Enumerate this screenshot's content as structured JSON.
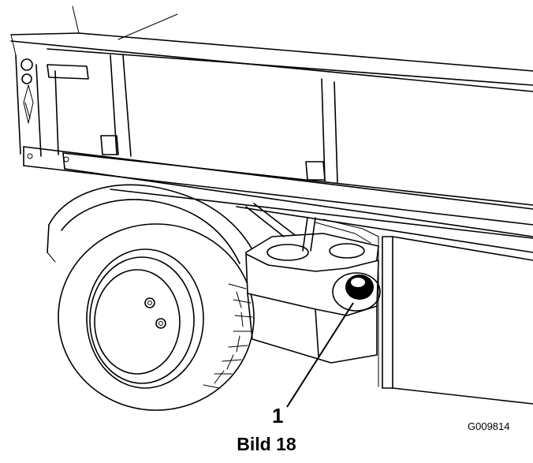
{
  "figure": {
    "callout_number": "1",
    "figure_code": "G009814",
    "caption": "Bild 18"
  },
  "colors": {
    "line": "#000000",
    "background": "#ffffff"
  }
}
